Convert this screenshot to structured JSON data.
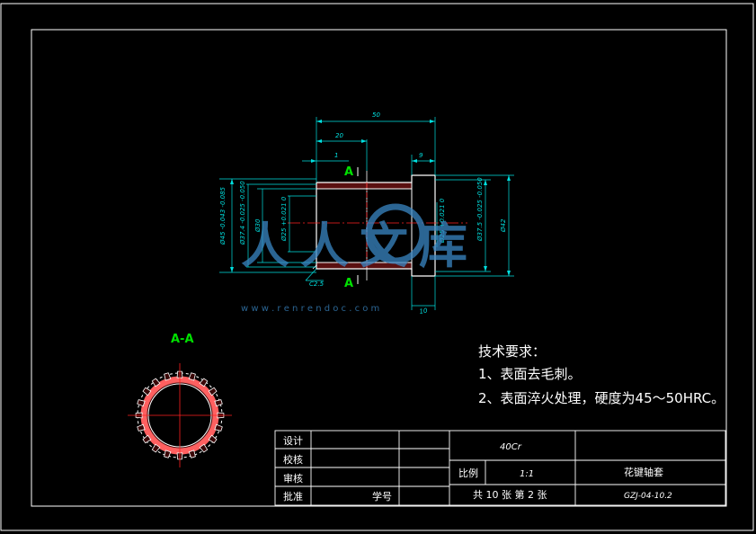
{
  "dimensions": {
    "overall_length": "50",
    "length_20": "20",
    "length_1": "1",
    "length_9": "9",
    "length_10": "10",
    "d_left_outer": "Ø45 -0.043 -0.085",
    "d_left_inner_tol": "Ø37.4 -0.025 -0.050",
    "d_30": "Ø30",
    "d_bore": "Ø25 +0.021 0",
    "d_right_bore": "Ø25 +0.021 0",
    "d_right_outer": "Ø37.5 -0.025 -0.050",
    "d_flange": "Ø42",
    "chamfer": "C2.5"
  },
  "section_mark": "A",
  "section_label": "A-A",
  "watermark": {
    "text": "人人文库",
    "url": "w w w . r e n r e n d o c . c o m"
  },
  "notes": {
    "heading": "技术要求：",
    "items": [
      "1、表面去毛刺。",
      "2、表面淬火处理，硬度为45～50HRC。"
    ]
  },
  "title_block": {
    "design": "设计",
    "check": "校核",
    "review": "审核",
    "approve": "批准",
    "student_no": "学号",
    "material": "40Cr",
    "scale_label": "比例",
    "scale_value": "1:1",
    "sheet": "共 10 张  第 2 张",
    "part_name": "花键轴套",
    "drawing_no": "GZJ-04-10.2"
  },
  "colors": {
    "background": "#000000",
    "frame": "#ffffff",
    "dimension": "#00e0e0",
    "center_line": "#ff2020",
    "section_label": "#00e000",
    "hatch": "#ff6060",
    "watermark": "#3a87c4"
  }
}
